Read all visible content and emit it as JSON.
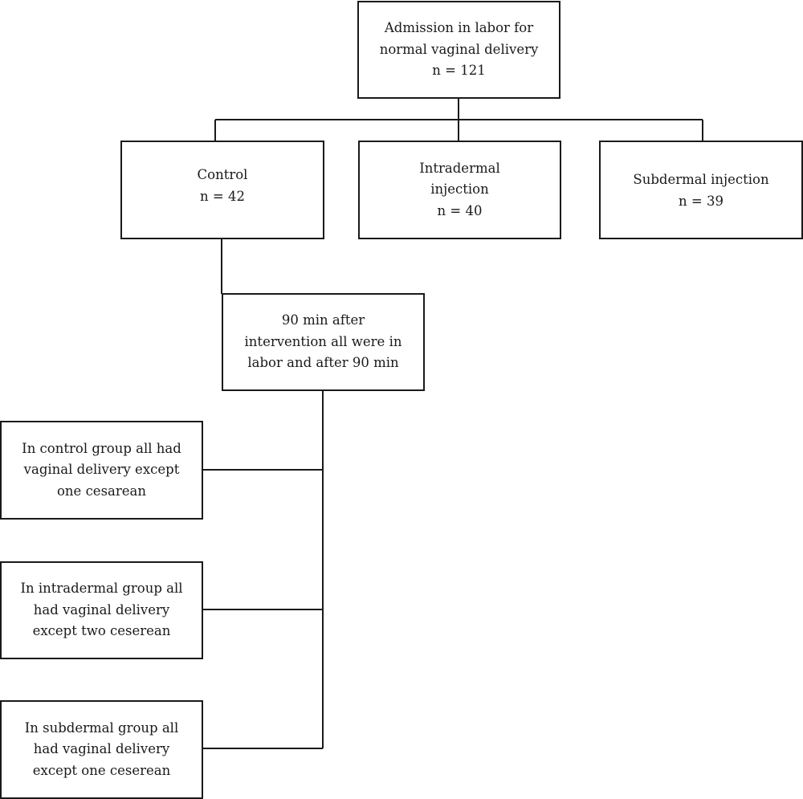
{
  "flowchart": {
    "admission": {
      "lines": [
        "Admission in labor for",
        "normal vaginal delivery",
        "n = 121"
      ]
    },
    "groups": [
      {
        "key": "control",
        "lines": [
          "Control",
          "n = 42"
        ]
      },
      {
        "key": "intradermal",
        "lines": [
          "Intradermal",
          "injection",
          "n = 40"
        ]
      },
      {
        "key": "subdermal",
        "lines": [
          "Subdermal injection",
          "n = 39"
        ]
      }
    ],
    "followup": {
      "lines": [
        "90 min after",
        "intervention all were in",
        "labor and after 90 min"
      ]
    },
    "outcomes": [
      {
        "key": "control",
        "lines": [
          "In control group all had",
          "vaginal delivery except",
          "one cesarean"
        ]
      },
      {
        "key": "intradermal",
        "lines": [
          "In intradermal group all",
          "had vaginal delivery",
          "except two ceserean"
        ]
      },
      {
        "key": "subdermal",
        "lines": [
          "In subdermal group all",
          "had vaginal delivery",
          "except one ceserean"
        ]
      }
    ]
  }
}
